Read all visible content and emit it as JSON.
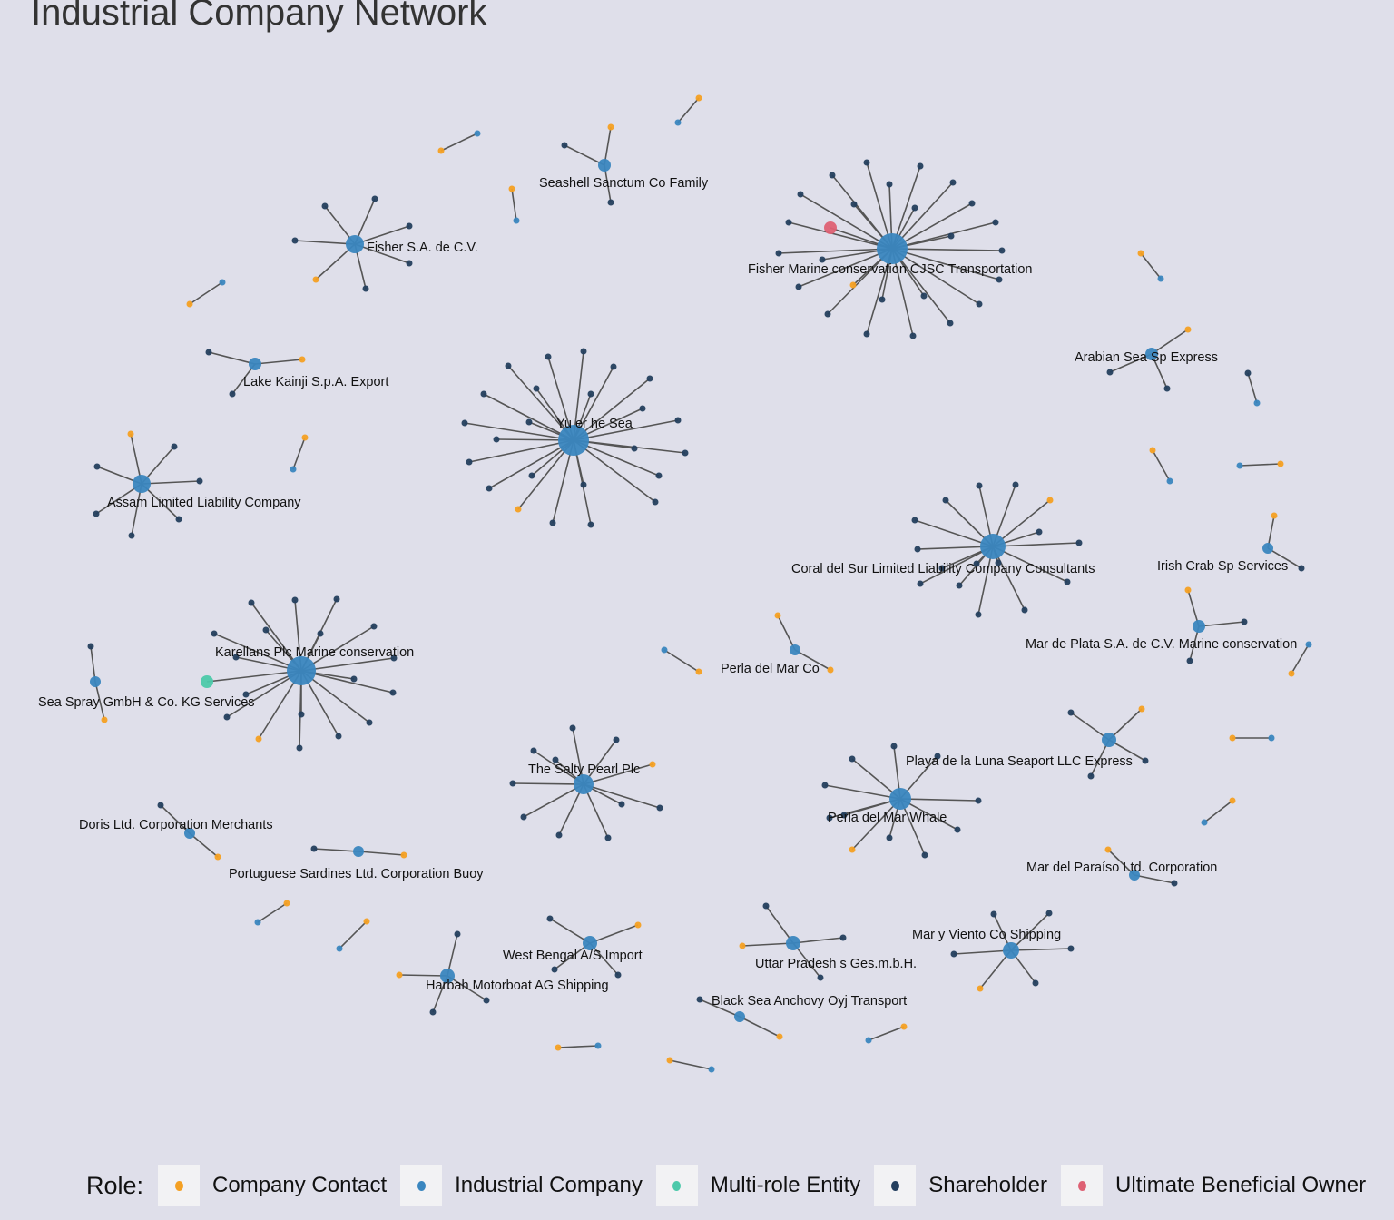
{
  "title": "Industrial Company Network",
  "legend": {
    "title": "Role:",
    "items": [
      {
        "label": "Company Contact",
        "color": "#f4a023"
      },
      {
        "label": "Industrial Company",
        "color": "#3a86bf"
      },
      {
        "label": "Multi-role Entity",
        "color": "#4cc9aa"
      },
      {
        "label": "Shareholder",
        "color": "#243f5e"
      },
      {
        "label": "Ultimate Beneficial Owner",
        "color": "#de6174"
      }
    ]
  },
  "edge_color": "#555555",
  "node_labels": [
    "Seashell Sanctum Co Family",
    "Fisher S.A. de C.V.",
    "Fisher Marine conservation CJSC Transportation",
    "Arabian Sea  Sp Express",
    "Lake Kainji  S.p.A. Export",
    "Yu er he  Sea",
    "Assam   Limited Liability Company",
    "Coral del Sur Limited Liability Company Consultants",
    "Irish Crab Sp Services",
    "Mar de Plata S.A. de C.V. Marine conservation",
    "Perla del Mar Co",
    "Karellans Plc Marine conservation",
    "Sea Spray GmbH & Co. KG Services",
    "The Salty Pearl Plc",
    "Playa de la Luna Seaport LLC Express",
    "Perla del Mar Whale",
    "Doris Ltd. Corporation Merchants",
    "Portuguese Sardines Ltd. Corporation Buoy",
    "Mar del Paraíso Ltd. Corporation",
    "West Bengal  A/S Import",
    "Uttar Pradesh s Ges.m.b.H.",
    "Mar y Viento Co Shipping",
    "Harbah Motorboat AG Shipping",
    "Black Sea Anchovy Oyj Transport"
  ]
}
